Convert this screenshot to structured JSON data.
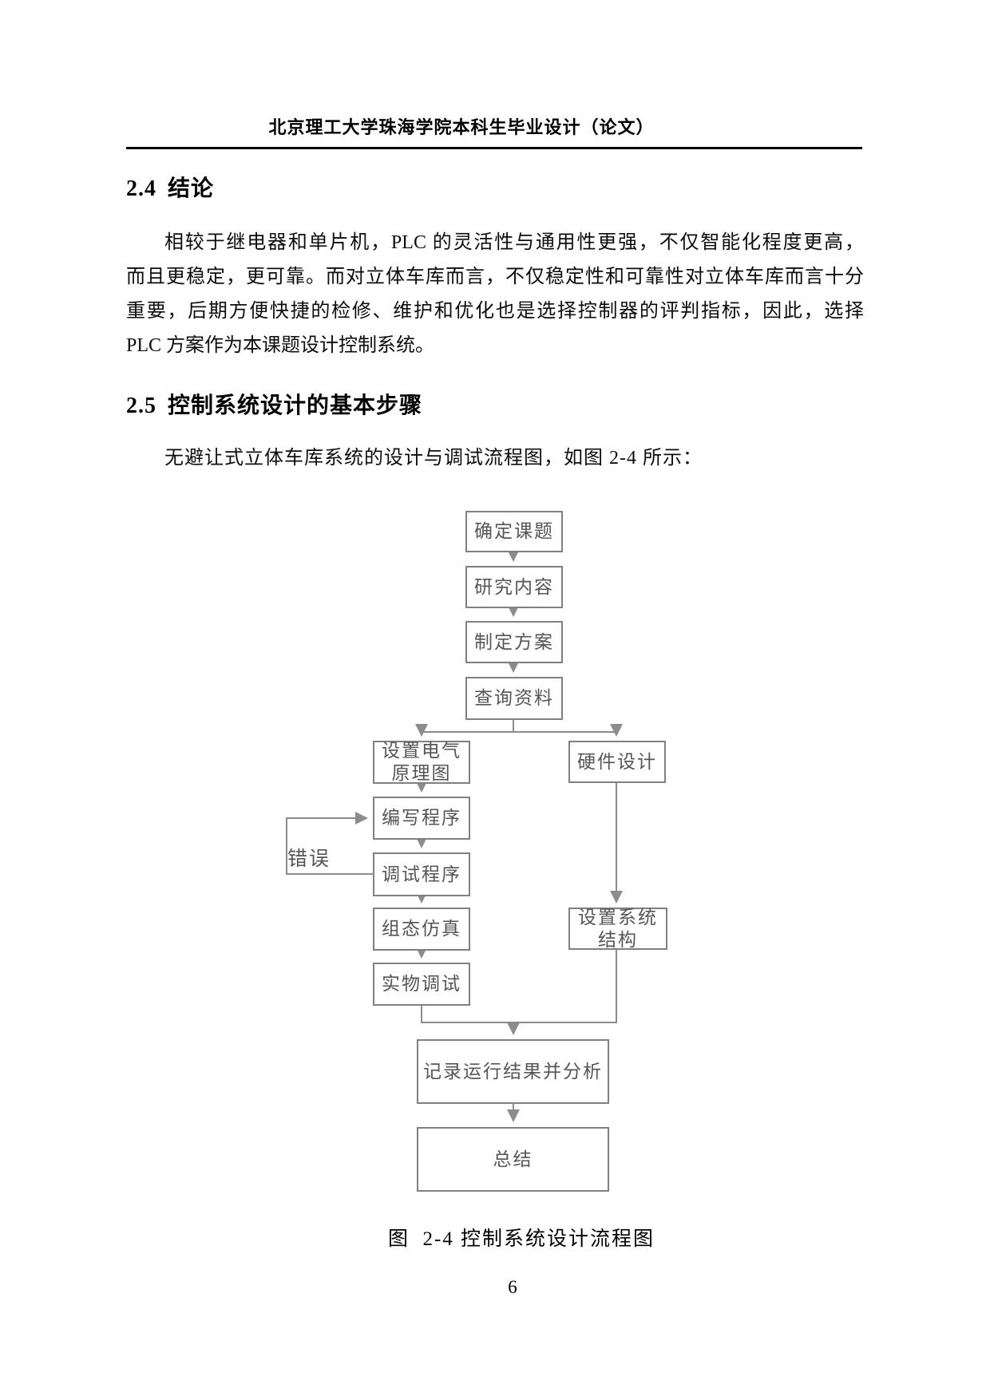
{
  "page": {
    "header_title": "北京理工大学珠海学院本科生毕业设计（论文）",
    "page_number": "6"
  },
  "section_24": {
    "heading_number": "2.4",
    "heading_title": "结论",
    "lines": [
      "相较于继电器和单片机，PLC 的灵活性与通用性更强，不仅智能化程度更高，",
      "而且更稳定，更可靠。而对立体车库而言，不仅稳定性和可靠性对立体车库而言十分",
      "重要，后期方便快捷的检修、维护和优化也是选择控制器的评判指标，因此，选择",
      "PLC 方案作为本课题设计控制系统。"
    ]
  },
  "section_25": {
    "heading_number": "2.5",
    "heading_title": "控制系统设计的基本步骤",
    "intro": "无避让式立体车库系统的设计与调试流程图，如图 2-4 所示："
  },
  "flowchart": {
    "nodes": [
      {
        "id": "confirm-topic",
        "label": "确定课题"
      },
      {
        "id": "research-content",
        "label": "研究内容"
      },
      {
        "id": "make-plan",
        "label": "制定方案"
      },
      {
        "id": "consult-materials",
        "label": "查询资料"
      },
      {
        "id": "electrical-schematic",
        "label": "设置电气\n原理图"
      },
      {
        "id": "hardware-design",
        "label": "硬件设计"
      },
      {
        "id": "write-program",
        "label": "编写程序"
      },
      {
        "id": "debug-program",
        "label": "调试程序"
      },
      {
        "id": "configuration-simulation",
        "label": "组态仿真"
      },
      {
        "id": "physical-debugging",
        "label": "实物调试"
      },
      {
        "id": "system-structure",
        "label": "设置系统\n结构"
      },
      {
        "id": "record-analyze-results",
        "label": "记录运行结果并分析"
      },
      {
        "id": "summary",
        "label": "总结"
      }
    ],
    "error_label": "错误",
    "caption": "图  2-4 控制系统设计流程图"
  },
  "colors": {
    "body_text": "#111111",
    "box_border": "#808080",
    "box_text": "#555555",
    "connector": "#8c8c8c"
  }
}
